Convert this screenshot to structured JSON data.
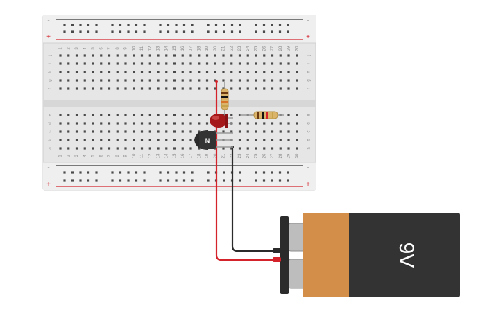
{
  "breadboard": {
    "columns": [
      "1",
      "2",
      "3",
      "4",
      "5",
      "6",
      "7",
      "8",
      "9",
      "10",
      "11",
      "12",
      "13",
      "14",
      "15",
      "16",
      "17",
      "18",
      "19",
      "20",
      "21",
      "22",
      "23",
      "24",
      "25",
      "26",
      "27",
      "28",
      "29",
      "30"
    ],
    "top_rows": [
      "j",
      "i",
      "h",
      "g",
      "f"
    ],
    "bottom_rows": [
      "e",
      "d",
      "c",
      "b",
      "a"
    ],
    "rail_minus": "-",
    "rail_plus": "+",
    "colors": {
      "body": "#e8e8e8",
      "hole": "#4a4a4a",
      "rail_red": "#d4232b",
      "rail_black": "#333333"
    }
  },
  "components": {
    "transistor": {
      "type": "NPN transistor",
      "label": "N",
      "color": "#2b2b2b"
    },
    "led": {
      "type": "LED",
      "color": "#b31b1b"
    },
    "resistor_vertical": {
      "type": "resistor",
      "color": "#d9b46a"
    },
    "resistor_horizontal": {
      "type": "resistor",
      "color": "#d9b46a"
    },
    "battery": {
      "type": "battery",
      "label": "9V",
      "case_color": "#333333",
      "band_color": "#d38e4a"
    }
  },
  "wires": {
    "positive": {
      "color": "#d4232b"
    },
    "negative": {
      "color": "#2b2b2b"
    }
  }
}
